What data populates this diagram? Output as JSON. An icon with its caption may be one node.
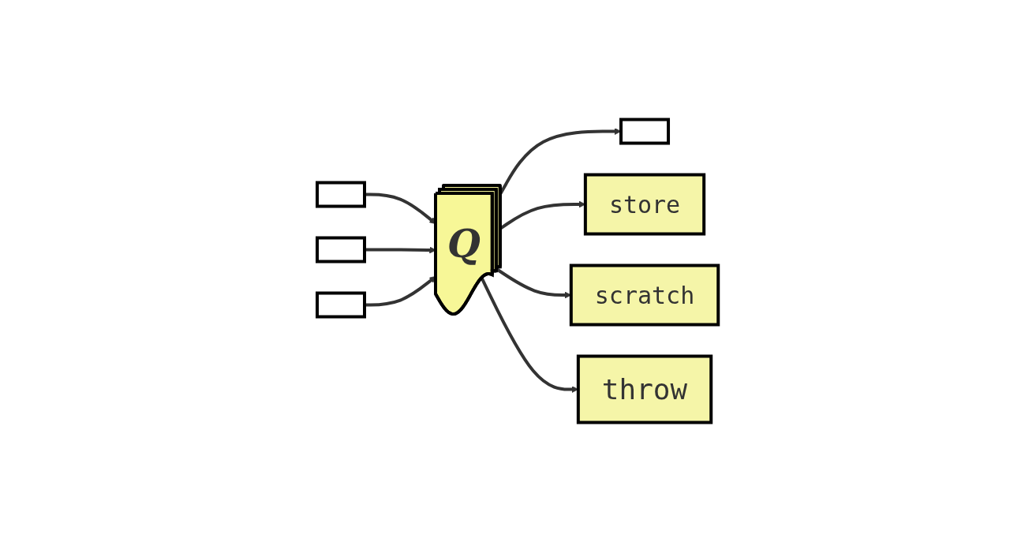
{
  "diagram": {
    "nodes": [
      {
        "text": [],
        "shape": "box"
      },
      {
        "text": [],
        "shape": "box"
      },
      {
        "text": [],
        "shape": "box"
      },
      {
        "text": [
          "Q"
        ]
      },
      {
        "text": [],
        "shape": "box"
      },
      {
        "text": [
          "store"
        ]
      },
      {
        "text": [
          "scratch"
        ]
      },
      {
        "text": [
          "throw"
        ]
      }
    ],
    "edges": [
      {
        "from": 0,
        "to": 3,
        "arrow": "to"
      },
      {
        "from": 1,
        "to": 3,
        "arrow": "to"
      },
      {
        "from": 2,
        "to": 3,
        "arrow": "to"
      },
      {
        "from": 3,
        "to": 4,
        "arrow": "to"
      },
      {
        "from": 3,
        "to": 5,
        "arrow": "to"
      },
      {
        "from": 3,
        "to": 6,
        "arrow": "to"
      },
      {
        "from": 3,
        "to": 7,
        "arrow": "to"
      }
    ]
  }
}
